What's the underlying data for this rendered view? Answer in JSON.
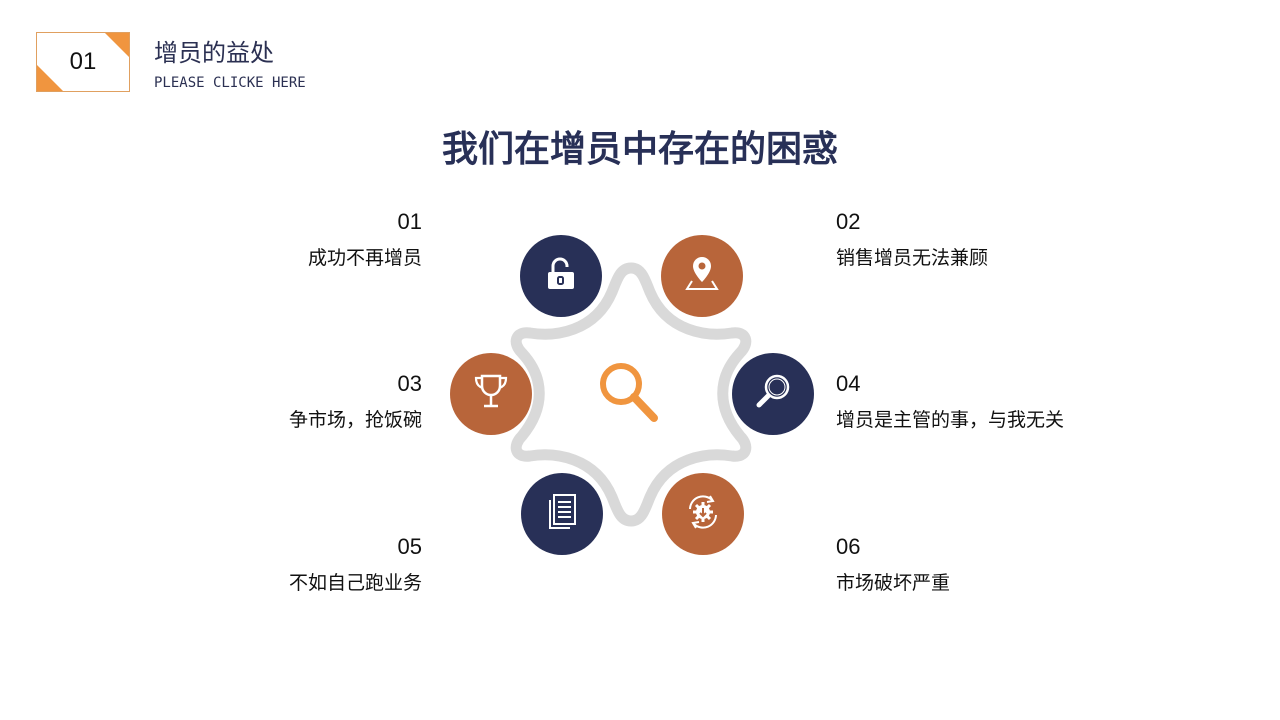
{
  "header": {
    "number": "01",
    "title": "增员的益处",
    "subtitle": "PLEASE CLICKE HERE"
  },
  "main_title": "我们在增员中存在的困惑",
  "colors": {
    "navy": "#283057",
    "rust": "#b8653a",
    "orange": "#f0953f",
    "star_outline": "#d9d9d9"
  },
  "center_icon": "magnifier-icon",
  "items": [
    {
      "no": "01",
      "text": "成功不再增员",
      "icon": "unlock-icon",
      "color": "navy"
    },
    {
      "no": "02",
      "text": "销售增员无法兼顾",
      "icon": "map-pin-icon",
      "color": "rust"
    },
    {
      "no": "03",
      "text": "争市场，抢饭碗",
      "icon": "trophy-icon",
      "color": "rust"
    },
    {
      "no": "04",
      "text": "增员是主管的事，与我无关",
      "icon": "search-icon",
      "color": "navy"
    },
    {
      "no": "05",
      "text": "不如自己跑业务",
      "icon": "documents-icon",
      "color": "navy"
    },
    {
      "no": "06",
      "text": "市场破坏严重",
      "icon": "gear-cycle-icon",
      "color": "rust"
    }
  ]
}
